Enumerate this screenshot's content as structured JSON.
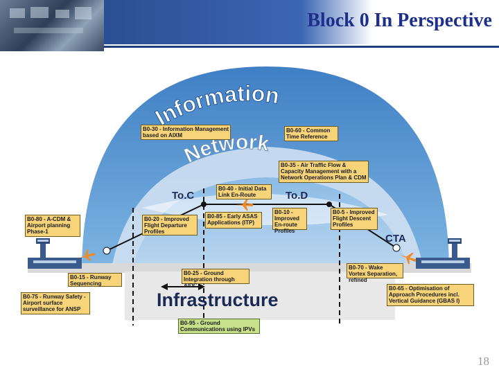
{
  "slide": {
    "title": "Block 0 In Perspective",
    "page_number": "18"
  },
  "diagram": {
    "information_label": "Information",
    "network_label": "Network",
    "infrastructure_label": "Infrastructure",
    "toc_label": "To.C",
    "tod_label": "To.D",
    "cta_label": "CTA"
  },
  "modules": {
    "b0_30": "B0-30 - Information Management based on AIXM",
    "b0_60": "B0-60 - Common Time Reference",
    "b0_35": "B0-35 - Air Traffic Flow & Capacity Management with a Network Operations Plan & CDM",
    "b0_40": "B0-40 - Initial Data Link En-Route",
    "b0_80": "B0-80 - A-CDM & Airport planning Phase-1",
    "b0_20": "B0-20 - Improved Flight Departure Profiles",
    "b0_85": "B0-85 - Early ASAS Applications (ITP)",
    "b0_10": "B0-10 - Improved En-route Profiles",
    "b0_5": "B0-5 - Improved Flight Descent Profiles",
    "b0_15": "B0-15 - Runway Sequencing",
    "b0_25": "B0-25 - Ground Integration through AIDC",
    "b0_70": "B0-70 - Wake Vortex Separation, refined",
    "b0_75": "B0-75 - Runway Safety - Airport surface surveillance for ANSP",
    "b0_65": "B0-65 - Optimisation of Approach Procedures incl. Vertical Guidance (GBAS I)",
    "b0_95": "B0-95 - Ground Communications using IPVs"
  },
  "colors": {
    "dome_outer": "#3f7fc4",
    "dome_inner": "#7fb0dd",
    "network_band": "#cfe0f2",
    "module_box": "#f7d37a",
    "module_box_green": "#c6e18a",
    "title": "#1d2f8a"
  }
}
